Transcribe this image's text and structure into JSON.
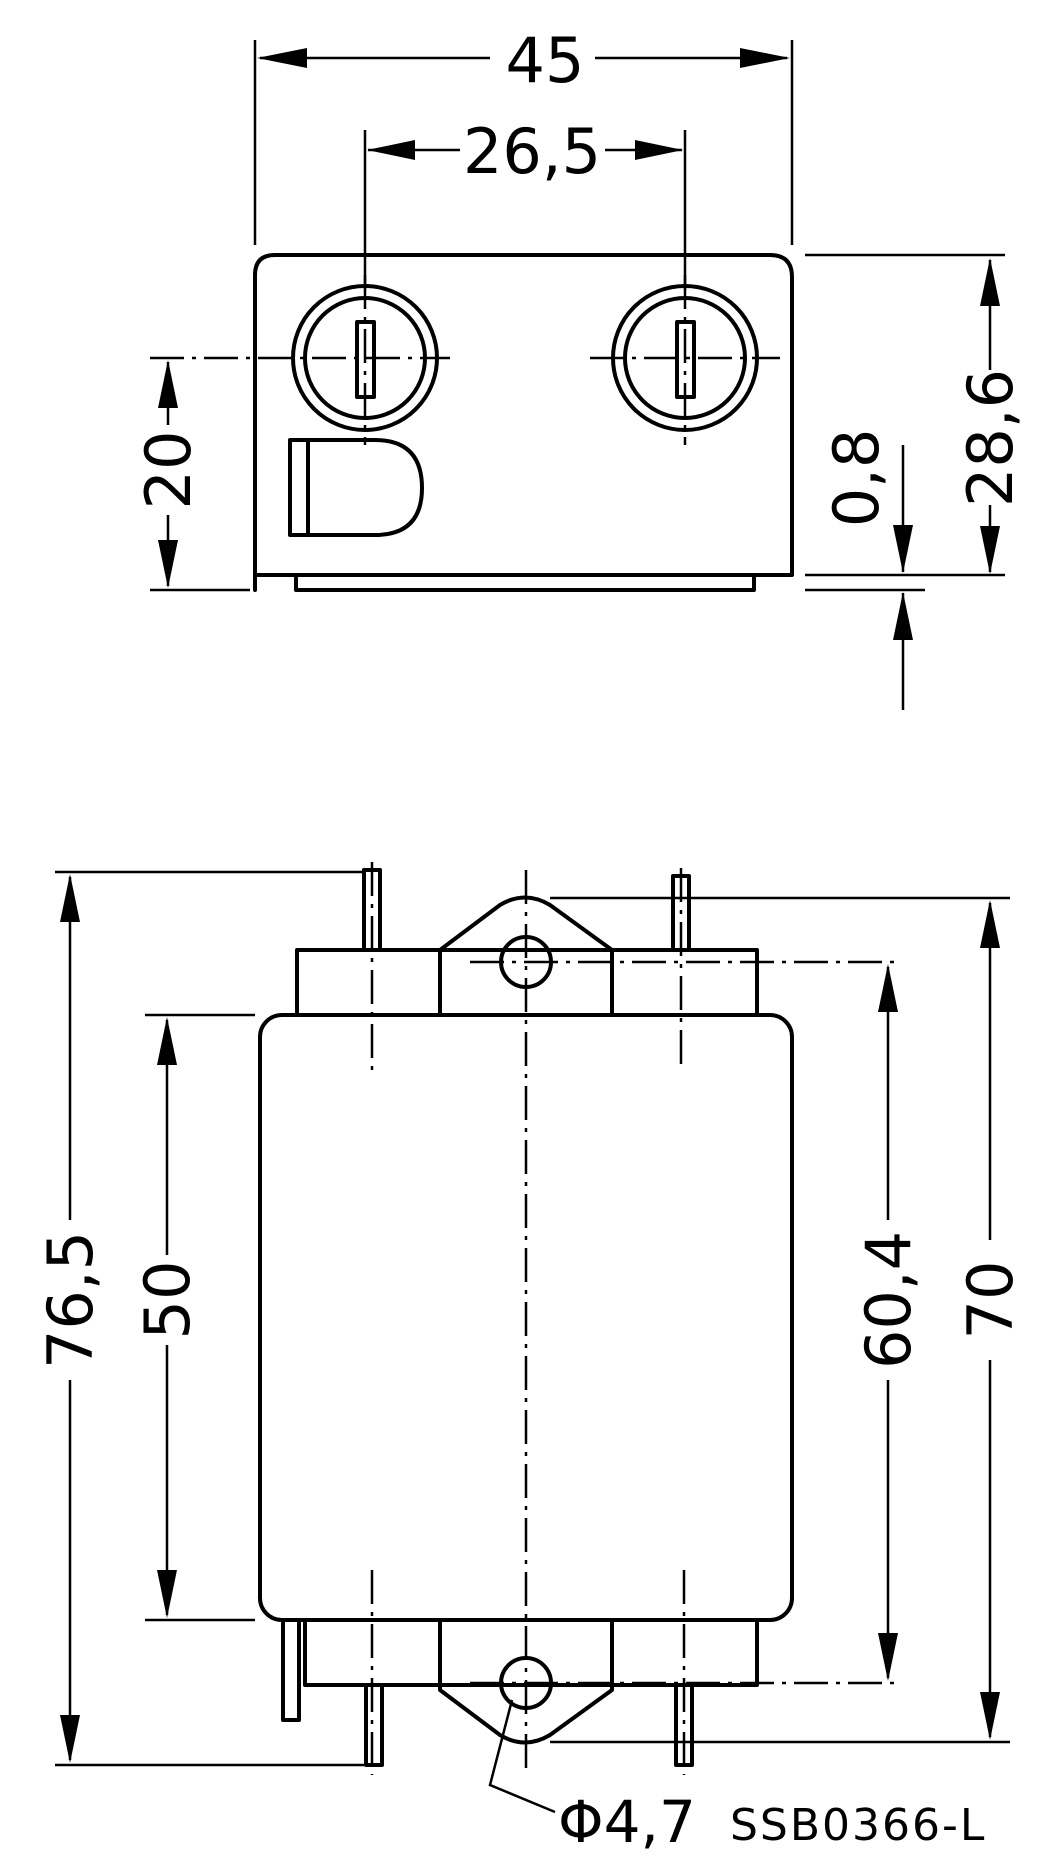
{
  "drawing": {
    "top_view": {
      "dim_width": "45",
      "dim_terminal_spacing": "26,5",
      "dim_height": "28,6",
      "dim_terminal_height": "20",
      "dim_base_offset": "0,8"
    },
    "front_view": {
      "dim_overall_length": "76,5",
      "dim_body_length": "50",
      "dim_hole_spacing": "60,4",
      "dim_flange_length": "70",
      "dim_hole_diameter": "Φ4,7"
    },
    "drawing_code": "SSB0366-L"
  }
}
